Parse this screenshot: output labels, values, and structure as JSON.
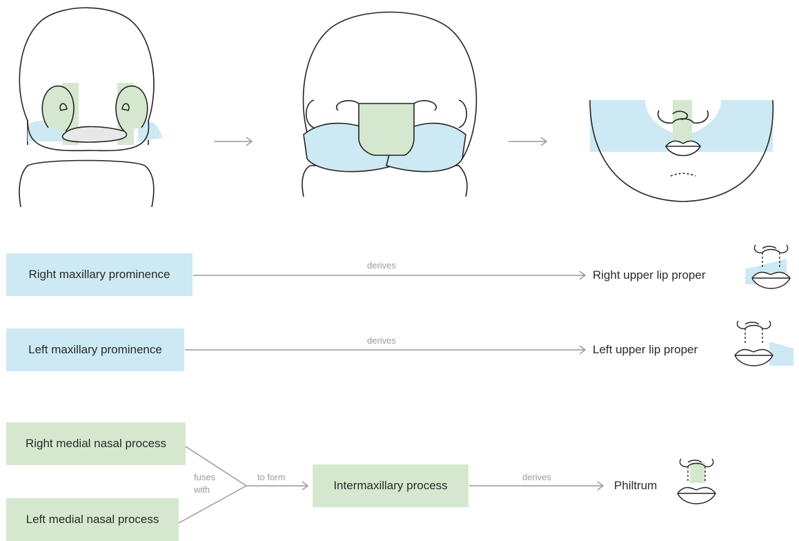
{
  "colors": {
    "maxillary": "#cde9f3",
    "nasal": "#d5e8cf",
    "line": "#999999"
  },
  "stages": [
    "embryo-early-face",
    "embryo-late-face",
    "adult-lower-face"
  ],
  "rows": {
    "right_maxillary": {
      "source": "Right maxillary prominence",
      "verb": "derives",
      "target": "Right upper lip proper"
    },
    "left_maxillary": {
      "source": "Left maxillary prominence",
      "verb": "derives",
      "target": "Left upper lip proper"
    },
    "medial_nasal": {
      "source_right": "Right medial nasal process",
      "source_left": "Left medial nasal process",
      "verb_fuse_1": "fuses",
      "verb_fuse_2": "with",
      "verb_form": "to form",
      "intermediate": "Intermaxillary process",
      "verb": "derives",
      "target": "Philtrum"
    }
  }
}
